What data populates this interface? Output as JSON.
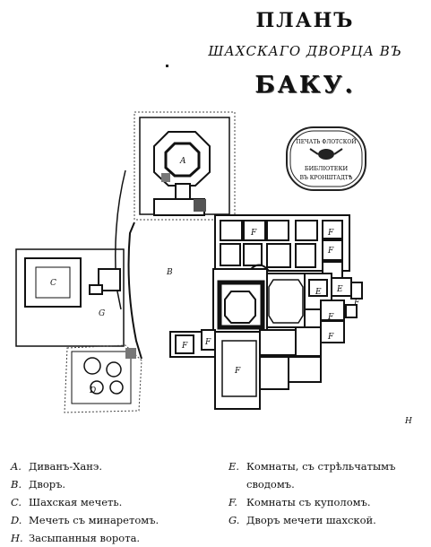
{
  "title": {
    "line1": "ПЛАНЪ",
    "line2": "ШАХСКАГО ДВОРЦА ВЪ",
    "line3": "БАКУ."
  },
  "stamp": {
    "line1": "ПЕЧАТЬ ФЛОТСКОЙ",
    "line2": "БИБЛІОТЕКИ",
    "line3": "ВЪ КРОНШТАДТѢ"
  },
  "plan_labels": {
    "A": "A",
    "B": "B",
    "C": "C",
    "D": "D",
    "E": "E",
    "F": "F",
    "G": "G",
    "H": "H"
  },
  "legend": {
    "left": [
      {
        "key": "A.",
        "text": "Диванъ-Ханэ."
      },
      {
        "key": "B.",
        "text": "Дворъ."
      },
      {
        "key": "C.",
        "text": "Шахская мечеть."
      },
      {
        "key": "D.",
        "text": "Мечеть съ минаретомъ."
      },
      {
        "key": "H.",
        "text": "Засыпанныя ворота."
      }
    ],
    "right": [
      {
        "key": "E.",
        "text": "Комнаты, съ стрѣльчатымъ"
      },
      {
        "key": "",
        "text": "сводомъ."
      },
      {
        "key": "F.",
        "text": "Комнаты съ куполомъ."
      },
      {
        "key": "G.",
        "text": "Дворъ мечети шахской."
      }
    ]
  }
}
